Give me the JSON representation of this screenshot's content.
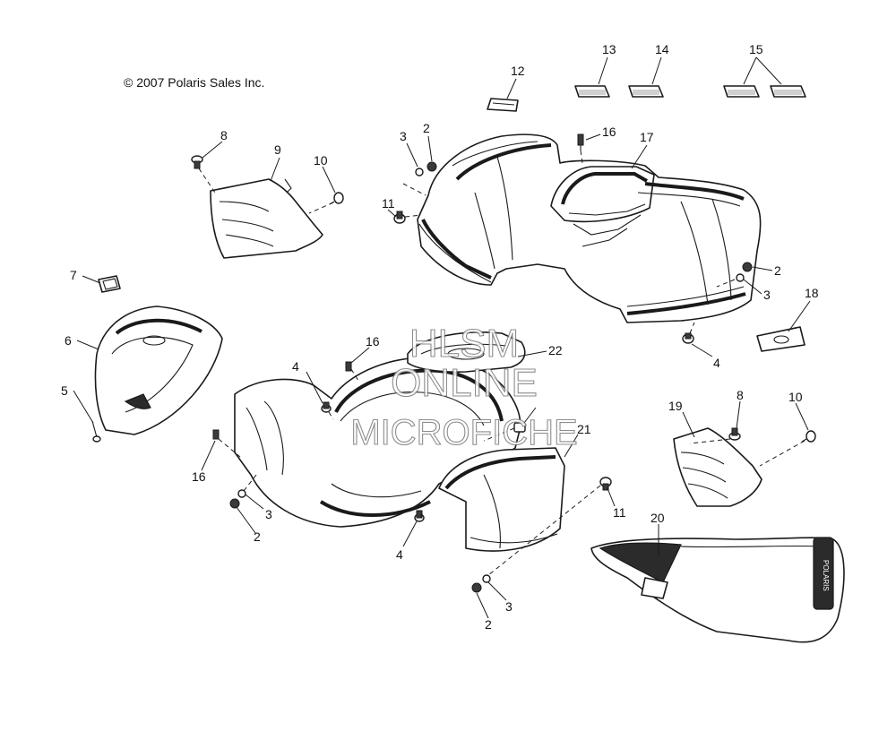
{
  "copyright": "© 2007 Polaris Sales Inc.",
  "watermark": {
    "line1": "HLSM",
    "line2": "ONLINE",
    "line3": "MICROFICHE"
  },
  "seat_brand": "POLARIS",
  "callouts": [
    "13",
    "14",
    "15",
    "12",
    "8",
    "9",
    "10",
    "3",
    "2",
    "16",
    "17",
    "11",
    "7",
    "2",
    "3",
    "18",
    "6",
    "16",
    "22",
    "4",
    "4",
    "5",
    "21",
    "19",
    "8",
    "10",
    "16",
    "3",
    "2",
    "11",
    "4",
    "20",
    "3",
    "2"
  ]
}
